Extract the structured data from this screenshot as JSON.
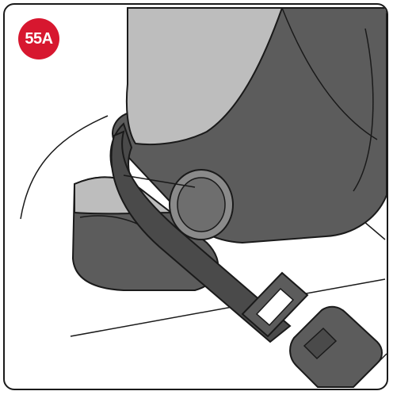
{
  "step_label": "55A",
  "colors": {
    "badge": "#d7172f",
    "badge_text": "#ffffff",
    "outline": "#1a1a1a",
    "seat_dark": "#5c5c5c",
    "seat_light": "#bdbdbd",
    "belt": "#4a4a4a"
  },
  "icons": {
    "step_badge": "circle-badge",
    "illustration": "car-seat-belt-routing"
  }
}
